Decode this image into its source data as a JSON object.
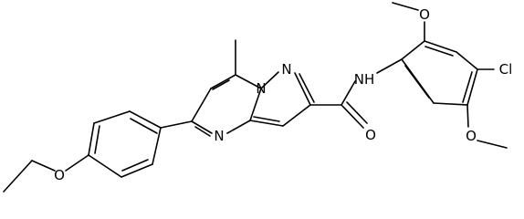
{
  "structure": {
    "atom_labels": {
      "n_bridge": "N",
      "n_pyrazole": "N",
      "n_pyrimidine": "N",
      "nh": "NH",
      "o_carbonyl": "O",
      "o_methoxy_top": "O",
      "o_methoxy_bottom": "O",
      "o_ethoxy": "O",
      "cl": "Cl"
    },
    "colors": {
      "bond": "#000000",
      "label": "#000000",
      "background": "#ffffff"
    }
  }
}
